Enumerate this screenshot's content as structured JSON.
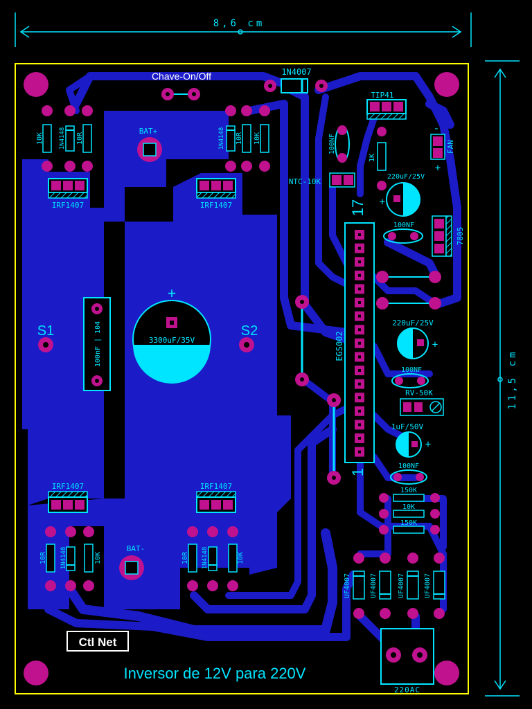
{
  "colors": {
    "background": "#000000",
    "copper": "#1b1bc8",
    "silkscreen": "#00e5ff",
    "pads": "#c0128f",
    "board_edge": "#ffff00"
  },
  "dimensions": {
    "width": "8,6 cm",
    "height": "11,5 cm"
  },
  "title": "Inversor  de 12V para 220V",
  "badge": "Ctl Net",
  "labels": {
    "switch": "Chave-On/Off",
    "diode_top": "1N4007",
    "bat_pos": "BAT+",
    "bat_neg": "BAT-",
    "s1": "S1",
    "s2": "S2",
    "cap_main": "3300uF/35V",
    "cap_104": "100nF | 104",
    "plus": "+",
    "minus": "-",
    "ntc": "NTC-10K",
    "tip41": "TIP41",
    "fan": "FAN",
    "cap_100nf_v": "100NF",
    "res_1k": "1K",
    "cap_220_top": "220uF/25V",
    "cap_100nf_a": "100NF",
    "reg_7805": "7805",
    "ic_egs": "EGS002",
    "ic_pin_top": "17",
    "ic_pin_bot": "1",
    "cap_220_mid": "220uF/25V",
    "cap_100nf_b": "100NF",
    "pot_rv": "RV-50K",
    "cap_1uf": "1uF/50V",
    "cap_100nf_c": "100NF",
    "res_150k_a": "150K",
    "res_10k_mid": "10K",
    "res_150k_b": "150K",
    "uf_diodes": [
      "UF4007",
      "UF4007",
      "UF4007",
      "UF4007"
    ],
    "ac_out": "220AC",
    "irf_top_left": "IRF1407",
    "irf_top_right": "IRF1407",
    "irf_bot_left": "IRF1407",
    "irf_bot_right": "IRF1407",
    "res_10k": "10K",
    "res_10r": "10R",
    "diode_1n4148": "1N4148"
  },
  "icons": {
    "mount_holes": "mounting-hole-icon",
    "capacitor": "electrolytic-capacitor-icon",
    "potentiometer": "trimmer-icon"
  }
}
